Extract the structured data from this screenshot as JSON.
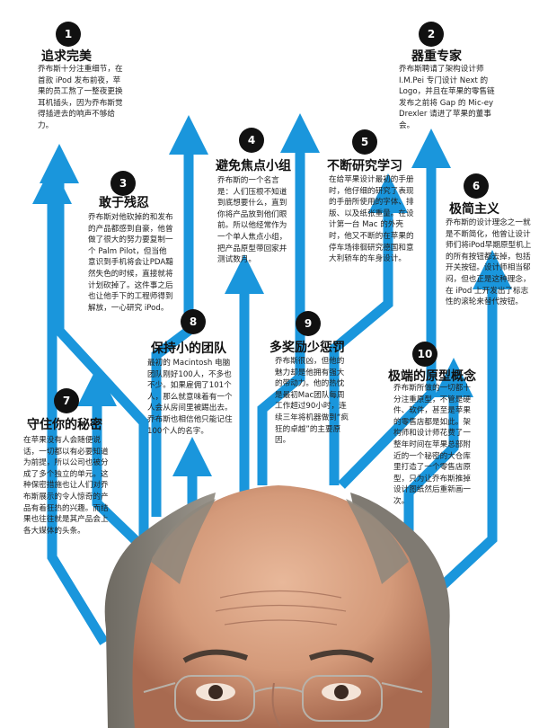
{
  "colors": {
    "arrow": "#1a96dc",
    "badge": "#111111",
    "skin": "#d8a184",
    "hair": "#8a8378"
  },
  "sections": [
    {
      "number": "1",
      "title": "追求完美",
      "body": "乔布斯十分注重细节，在首款 iPod 发布前夜，苹果的员工熬了一整夜更换耳机插头，因为乔布斯觉得插进去的响声不够给力。"
    },
    {
      "number": "2",
      "title": "器重专家",
      "body": "乔布斯聘请了架构设计师 I.M.Pei 专门设计 Next 的 Logo，并且在苹果的零售链发布之前将 Gap 的 Mic-ey Drexler 请进了苹果的董事会。"
    },
    {
      "number": "3",
      "title": "敢于残忍",
      "body": "乔布斯对他砍掉的和发布的产品都感到自豪，他曾做了很大的努力要复制一个 Palm Pilot，但当他意识到手机将会让PDA黯然失色的时候，直接就将计划砍掉了。这件事之后也让他手下的工程师得到解放，一心研究 iPod。"
    },
    {
      "number": "4",
      "title": "避免焦点小组",
      "body": "乔布斯的一个名言是：人们压根不知道到底想要什么，直到你将产品放到他们眼前。所以他经常作为一个单人焦点小组，把产品原型带回家并测试数月。"
    },
    {
      "number": "5",
      "title": "不断研究学习",
      "body": "在给苹果设计最初的手册时，他仔细的研究了表现的手册所使用的字体、排版、以及纸张重量。在设计第一台 Mac 的外壳时，他又不断的在苹果的停车场徘徊研究德国和意大利轿车的车身设计。"
    },
    {
      "number": "6",
      "title": "极简主义",
      "body": "乔布斯的设计理念之一就是不断简化，他曾让设计师们将iPod早期原型机上的所有按钮都去掉，包括开关按钮。设计师相当郁闷，但也正是这种理念，在 iPod 上开发出了标志性的滚轮来替代按钮。"
    },
    {
      "number": "7",
      "title": "守住你的秘密",
      "body": "在苹果没有人会随便说话，一切都以有必要知道为前提，所以公司也被分成了多个独立的单元。这种保密措施也让人们对乔布斯展示的令人惊奇的产品有着狂热的兴趣。而结果也往往就是其产品会上各大媒体的头条。"
    },
    {
      "number": "8",
      "title": "保持小的团队",
      "body": "最初的 Macintosh 电脑团队刚好100人，不多也不少。如果雇佣了101个人，那么就意味着有一个人会从房间里被踢出去。乔布斯也相信他只能记住100个人的名字。"
    },
    {
      "number": "9",
      "title": "多奖励少惩罚",
      "body": "乔布斯很凶，但他的魅力却是他拥有强大的带动力。他的热忱是最初Mac团队每周工作超过90小时，连续三年将机器做到“疯狂的卓越”的主要原因。"
    },
    {
      "number": "10",
      "title": "极端的原型概念",
      "body": "乔布斯所做的一切都十分注重原型，不管是硬件、软件，甚至是苹果的零售店都是如此。架构师和设计师花费了一整年时间在苹果总部附近的一个秘密的大仓库里打造了一个零售店原型，只为让乔布斯推掉设计图纸然后重新画一次。"
    }
  ]
}
